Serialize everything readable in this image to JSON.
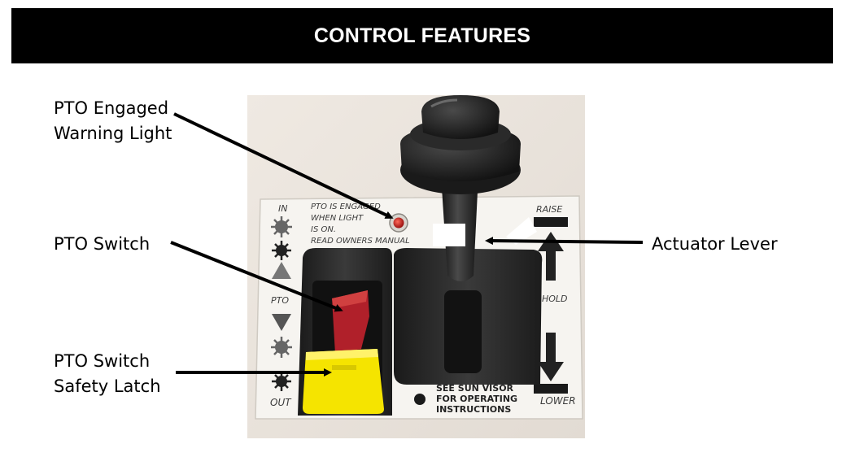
{
  "header": {
    "title": "CONTROL FEATURES"
  },
  "callouts": {
    "pto_light": {
      "line1": "PTO Engaged",
      "line2": "Warning Light"
    },
    "pto_switch": {
      "label": "PTO Switch"
    },
    "safety_latch": {
      "line1": "PTO Switch",
      "line2": "Safety Latch"
    },
    "actuator": {
      "label": "Actuator Lever"
    }
  },
  "panel": {
    "warning_text": [
      "PTO IS ENGAGED",
      "WHEN LIGHT",
      "IS ON.",
      "READ OWNERS MANUAL"
    ],
    "left_labels": {
      "in": "IN",
      "pto": "PTO",
      "out": "OUT"
    },
    "right_labels": {
      "raise": "RAISE",
      "hold": "HOLD",
      "lower": "LOWER"
    },
    "visor_text": [
      "SEE SUN VISOR",
      "FOR OPERATING",
      "INSTRUCTIONS"
    ]
  },
  "colors": {
    "header_bg": "#000000",
    "latch_yellow": "#f5e400",
    "switch_red": "#b0202a",
    "indicator_red": "#d42020"
  }
}
